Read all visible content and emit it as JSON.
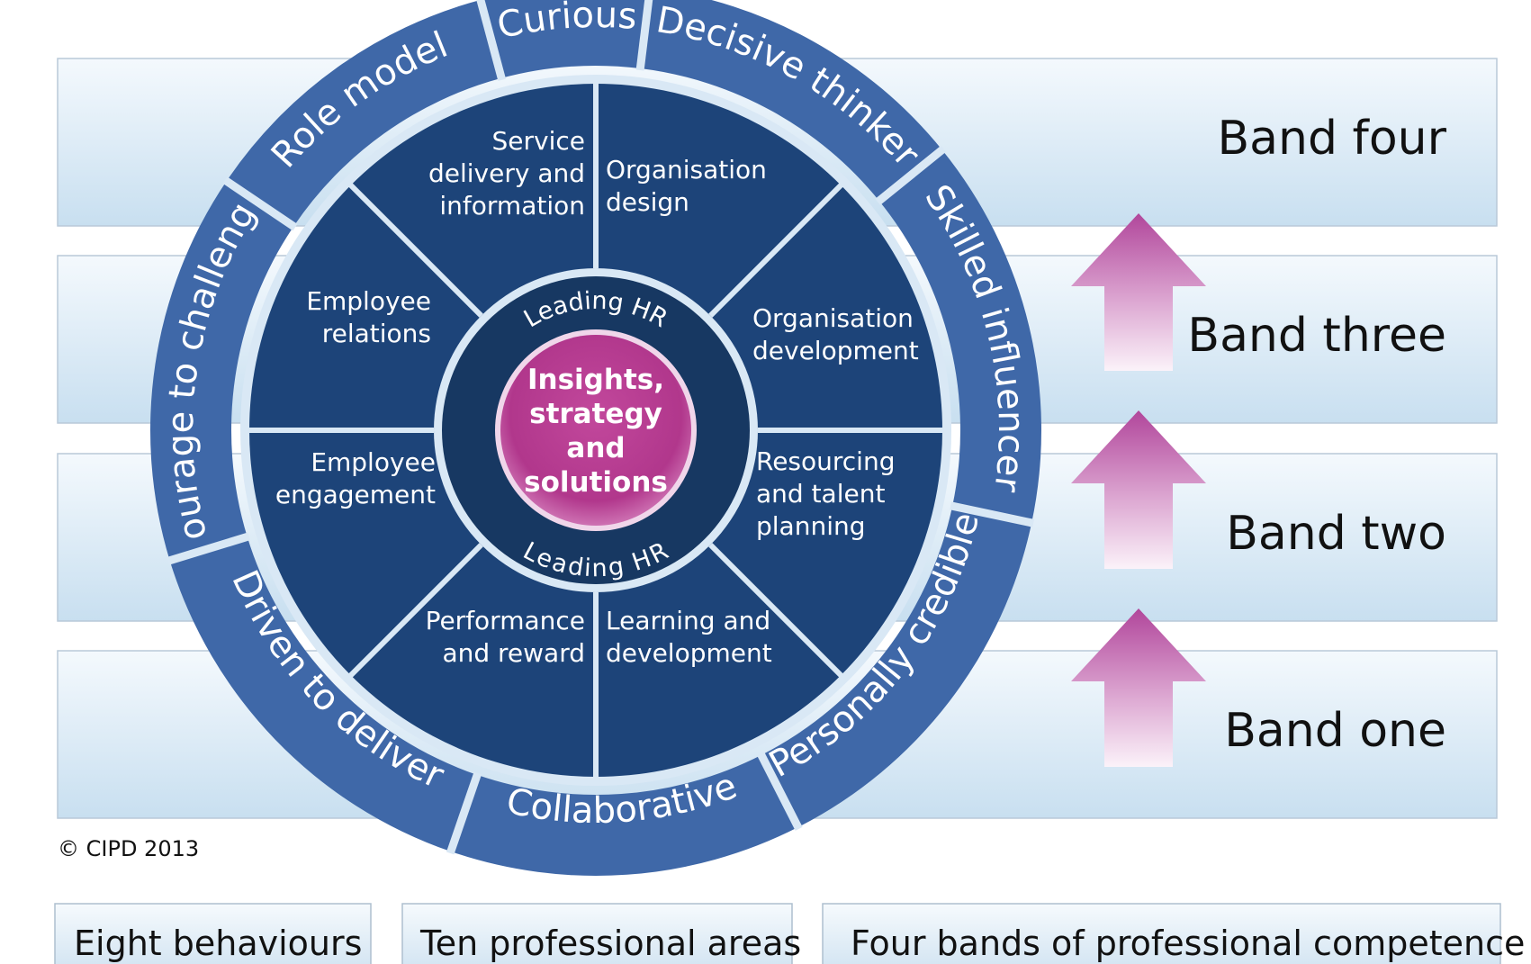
{
  "bands": [
    {
      "label": "Band four"
    },
    {
      "label": "Band three"
    },
    {
      "label": "Band two"
    },
    {
      "label": "Band one"
    }
  ],
  "behaviours": [
    {
      "label": "Curious"
    },
    {
      "label": "Decisive thinker"
    },
    {
      "label": "Skilled influencer"
    },
    {
      "label": "Personally credible"
    },
    {
      "label": "Collaborative"
    },
    {
      "label": "Driven to deliver"
    },
    {
      "label": "Courage to challenge"
    },
    {
      "label": "Role model"
    }
  ],
  "areas": [
    {
      "lines": [
        "Organisation",
        "design"
      ]
    },
    {
      "lines": [
        "Organisation",
        "development"
      ]
    },
    {
      "lines": [
        "Resourcing",
        "and talent",
        "planning"
      ]
    },
    {
      "lines": [
        "Learning and",
        "development"
      ]
    },
    {
      "lines": [
        "Performance",
        "and reward"
      ]
    },
    {
      "lines": [
        "Employee",
        "engagement"
      ]
    },
    {
      "lines": [
        "Employee",
        "relations"
      ]
    },
    {
      "lines": [
        "Service",
        "delivery and",
        "information"
      ]
    }
  ],
  "leading_hr": {
    "top": "Leading HR",
    "bottom": "Leading HR"
  },
  "core": {
    "lines": [
      "Insights,",
      "strategy",
      "and",
      "solutions"
    ]
  },
  "copyright": "© CIPD 2013",
  "footer": {
    "behaviours": "Eight behaviours",
    "areas": "Ten professional areas",
    "bands": "Four bands of professional competence"
  },
  "colors": {
    "outer_ring": "#3f68a8",
    "inner_segments": "#1d4479",
    "leading_ring": "#173862",
    "core_magenta": "#b83c92",
    "arrow_magenta": "#b1469b",
    "band_text": "#111111"
  }
}
